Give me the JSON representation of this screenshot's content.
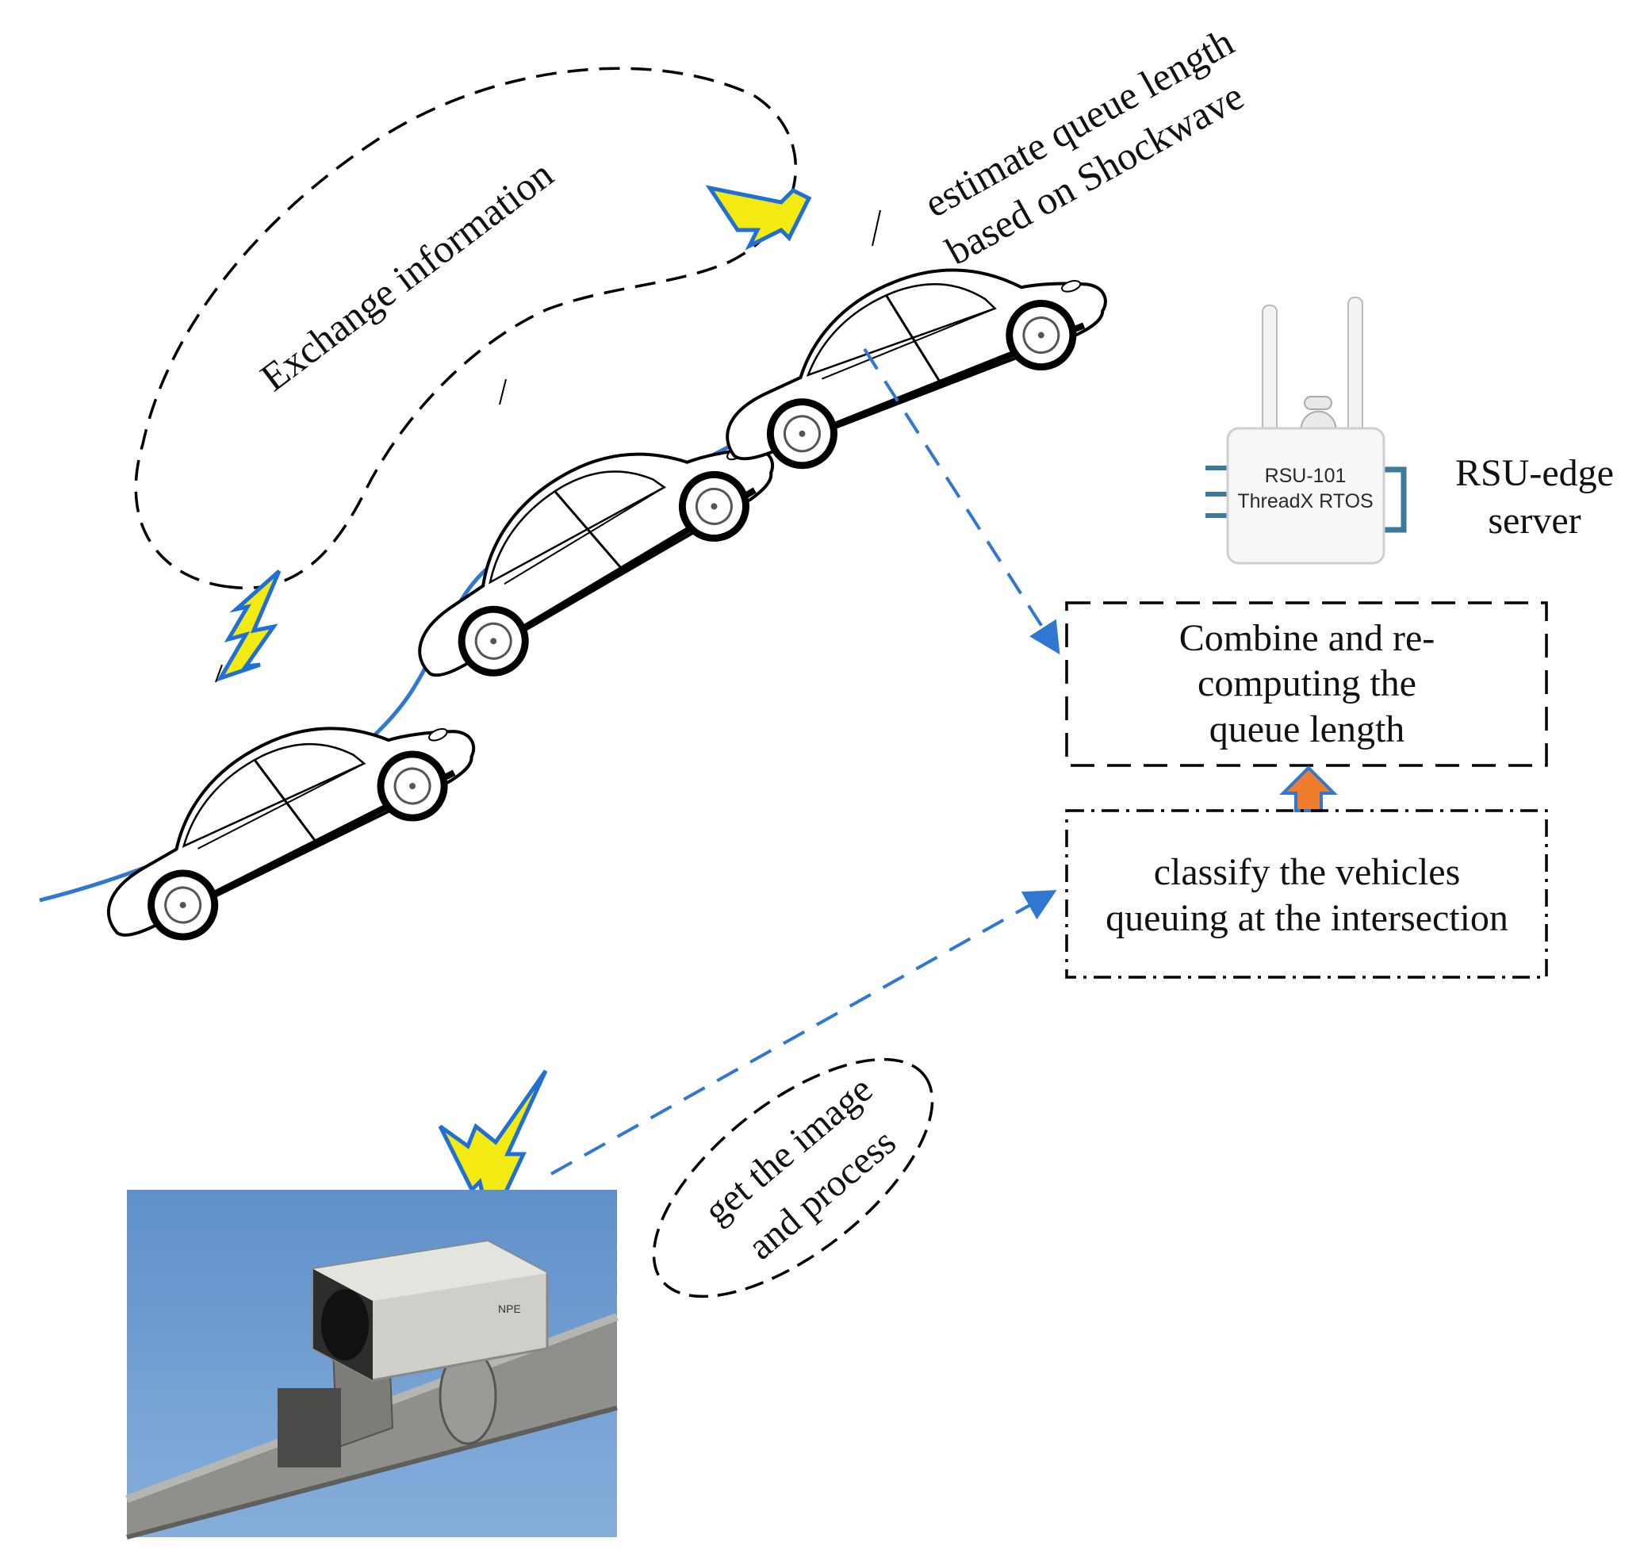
{
  "colors": {
    "road": "#2f77d0",
    "arrow": "#2f77d0",
    "lightning_fill": "#f2ea10",
    "lightning_stroke": "#1f6fd6",
    "orange_arrow": "#ef7d2c",
    "sky": "#6f9ccd"
  },
  "labels": {
    "exchange": "Exchange information",
    "estimate_line1": "estimate queue length",
    "estimate_line2": "based on  Shockwave",
    "rsu_line1": "RSU-101",
    "rsu_line2": "ThreadX RTOS",
    "edge_line1": "RSU-edge",
    "edge_line2": "server",
    "combine_line1": "Combine and re-",
    "combine_line2": "computing the",
    "combine_line3": "queue length",
    "classify_line1": "classify the vehicles",
    "classify_line2": "queuing at the intersection",
    "getimage_line1": "get the image",
    "getimage_line2": "and process",
    "camera_brand": "NPE"
  },
  "icons": [
    "car-icon",
    "lightning-icon",
    "rsu-device-icon",
    "camera-photo",
    "up-arrow-icon"
  ]
}
